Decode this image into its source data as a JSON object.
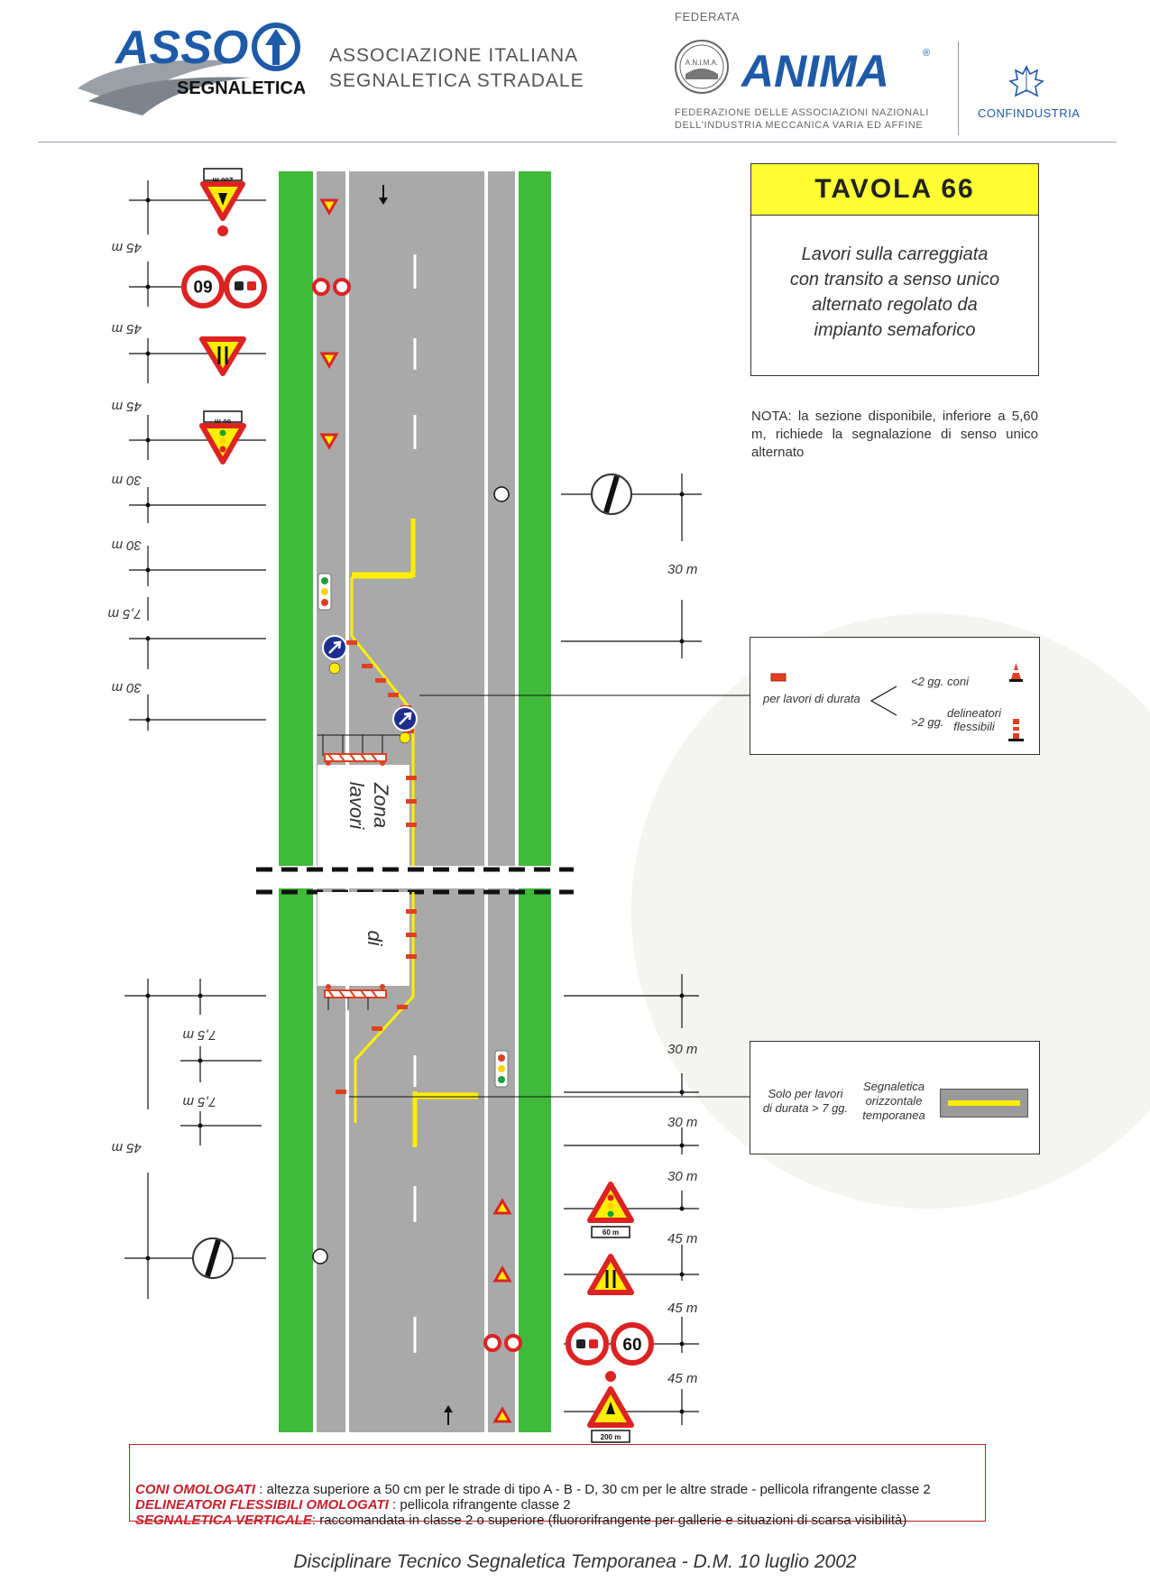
{
  "header": {
    "asso_logo_text": "ASSO",
    "asso_logo_sub": "SEGNALETICA",
    "asso_name_line1": "ASSOCIAZIONE ITALIANA",
    "asso_name_line2": "SEGNALETICA STRADALE",
    "federata": "FEDERATA",
    "anima_seal": "A.N.I.M.A.",
    "anima_logo": "ANIMA",
    "anima_reg": "®",
    "anima_desc_line1": "FEDERAZIONE DELLE ASSOCIAZIONI NAZIONALI",
    "anima_desc_line2": "DELL'INDUSTRIA MECCANICA VARIA ED AFFINE",
    "confindustria": "CONFINDUSTRIA"
  },
  "tavola": {
    "title": "TAVOLA  66",
    "desc_line1": "Lavori sulla carreggiata",
    "desc_line2": "con transito a senso unico",
    "desc_line3": "alternato regolato da",
    "desc_line4": "impianto semaforico"
  },
  "nota": "NOTA: la sezione disponibile, inferiore a 5,60 m, richiede la segnalazione di senso unico alternato",
  "legend_duration": {
    "label": "per lavori di durata",
    "short": "<2 gg. coni",
    "long": ">2 gg.",
    "long_item_line1": "delineatori",
    "long_item_line2": "flessibili"
  },
  "legend_marking": {
    "left_line1": "Solo per lavori",
    "left_line2": "di durata > 7 gg.",
    "mid_line1": "Segnaletica",
    "mid_line2": "orizzontale",
    "mid_line3": "temporanea"
  },
  "distances_left": [
    "45 m",
    "45 m",
    "45 m",
    "30 m",
    "30 m",
    "7,5 m",
    "30 m",
    "7,5 m",
    "7,5 m",
    "45 m"
  ],
  "distances_right": [
    "30 m",
    "30 m",
    "30 m",
    "30 m",
    "45 m",
    "45 m",
    "45 m"
  ],
  "work_zone": {
    "w1": "Zona",
    "w2": "lavori",
    "w3": "di"
  },
  "sign_plates": {
    "p200": "200 m",
    "p60": "60 m"
  },
  "speed_limit": "60",
  "footer": {
    "l1_head": "CONI OMOLOGATI",
    "l1_text": " : altezza superiore a 50 cm per le strade di tipo A - B - D, 30 cm per le altre strade - pellicola rifrangente classe 2",
    "l2_head": "DELINEATORI FLESSIBILI OMOLOGATI",
    "l2_text": " :  pellicola rifrangente classe 2",
    "l3_head": "SEGNALETICA VERTICALE",
    "l3_text": ": raccomandata in classe 2 o superiore (fluororifrangente per gallerie e situazioni di scarsa visibilità)"
  },
  "doc_footer": "Disciplinare Tecnico Segnaletica Temporanea - D.M.  10 luglio 2002",
  "colors": {
    "grass": "#3fba3a",
    "asphalt": "#a9a9a9",
    "yellow": "#ffee00",
    "cone": "#e0401f",
    "sign_red": "#d22",
    "blue": "#1f2f8f"
  }
}
